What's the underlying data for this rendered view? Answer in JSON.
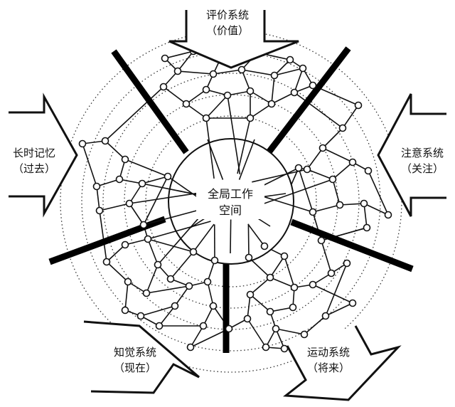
{
  "center": {
    "line1": "全局工作",
    "line2": "空间"
  },
  "systems": {
    "evaluation": {
      "line1": "评价系统",
      "line2": "（价值）"
    },
    "long_term_memory": {
      "line1": "长时记忆",
      "line2": "（过去）"
    },
    "attention": {
      "line1": "注意系统",
      "line2": "（关注）"
    },
    "perception": {
      "line1": "知觉系统",
      "line2": "（现在）"
    },
    "motor": {
      "line1": "运动系统",
      "line2": "（将来）"
    }
  },
  "colors": {
    "ink": "#111111",
    "circle": "#333333",
    "node_fill": "#ffffff",
    "background": "#ffffff"
  }
}
